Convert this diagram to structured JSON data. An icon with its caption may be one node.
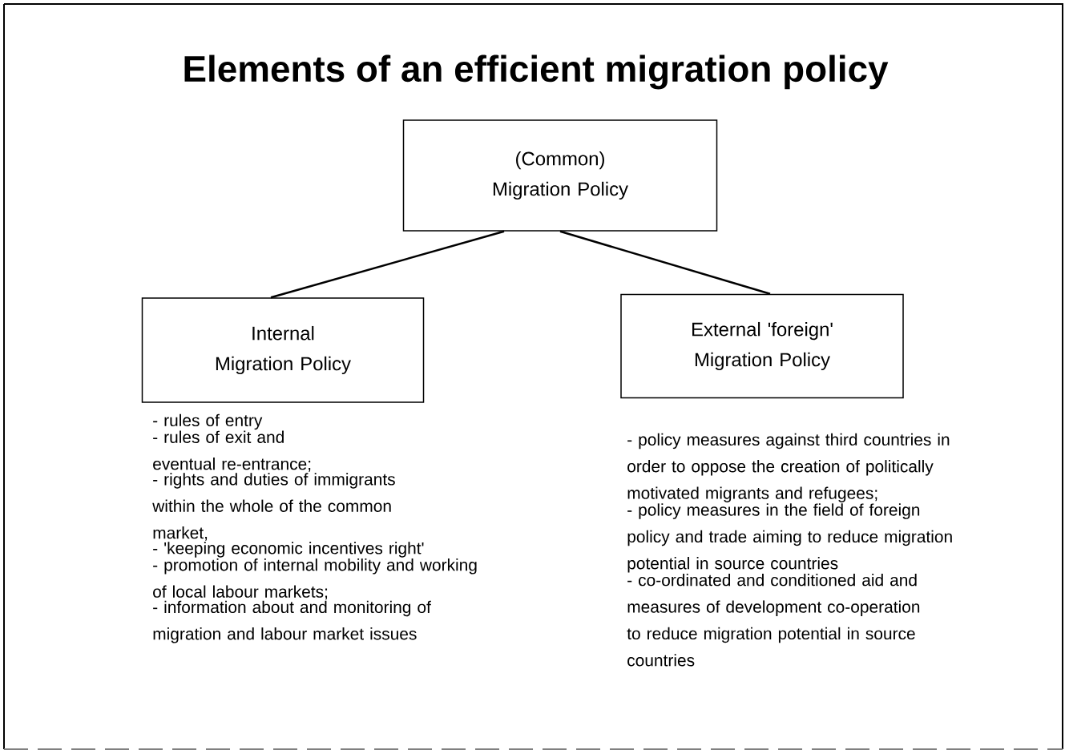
{
  "diagram": {
    "title": "Elements of an efficient  migration policy",
    "nodes": [
      {
        "text": [
          "(Common) Migration Policy"
        ]
      },
      {
        "text": [
          "Internal Migration Policy"
        ]
      },
      {
        "text": [
          "External 'foreign' Migration Policy"
        ]
      }
    ],
    "edges": [
      {
        "from": 0,
        "to": 1,
        "arrow": "none"
      },
      {
        "from": 0,
        "to": 2,
        "arrow": "none"
      }
    ],
    "labels": [
      "- rules of entry",
      "- rules of exit and eventual re-entrance;",
      "- rights and duties of immigrants within the whole of the common market,",
      "- 'keeping economic incentives right'",
      "- promotion of internal mobility and working of local labour markets;",
      "- information about and monitoring of migration and labour market issues",
      "- policy measures against third countries in order to oppose the creation of politically motivated migrants and refugees;",
      "- policy measures in the field of foreign policy and trade aiming to reduce migration potential in source countries",
      "- co-ordinated and conditioned aid and measures of development co-operation to reduce migration potential in source countries"
    ]
  }
}
